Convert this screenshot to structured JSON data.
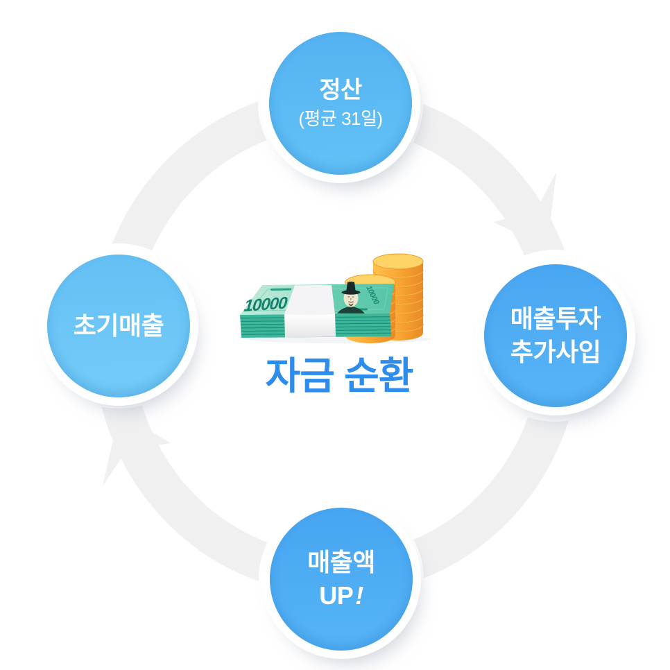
{
  "diagram": {
    "title": "자금 순환",
    "flow_direction": "clockwise",
    "banknote_value": "10000",
    "nodes": {
      "top": {
        "label": "정산",
        "sublabel": "(평균 31일)"
      },
      "right": {
        "line1": "매출투자",
        "line2": "추가사입"
      },
      "bottom": {
        "line1": "매출액",
        "line2": "UP",
        "mark": "!"
      },
      "left": {
        "label": "초기매출"
      }
    },
    "colors": {
      "node_blue": "#4FACF3",
      "node_blue_light": "#69C3F5",
      "ring_gray": "#F0F0F1",
      "title_blue": "#2E8CEB",
      "banknote_teal": "#3CB79B",
      "coin_gold": "#F9A633",
      "text_white": "#FFFFFF"
    }
  }
}
